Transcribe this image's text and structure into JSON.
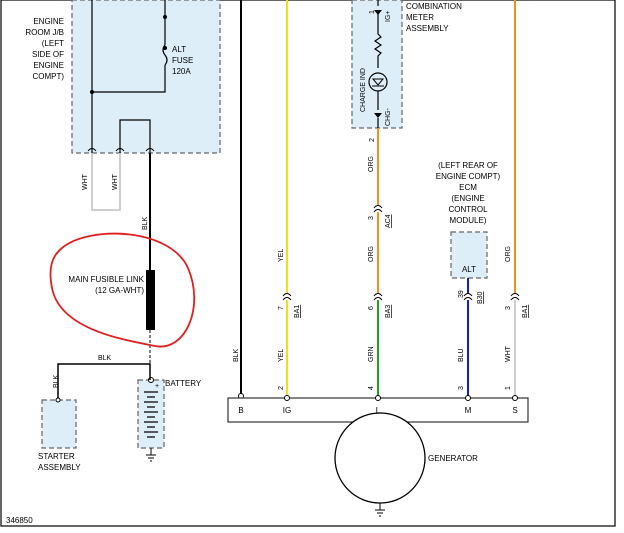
{
  "engine_room_jb": {
    "label_lines": [
      "ENGINE",
      "ROOM J/B",
      "(LEFT",
      "SIDE OF",
      "ENGINE",
      "COMPT)"
    ],
    "fuse_lines": [
      "ALT",
      "FUSE",
      "120A"
    ]
  },
  "wires": {
    "wht": "WHT",
    "blk": "BLK",
    "yel": "YEL",
    "org": "ORG",
    "grn": "GRN",
    "blu": "BLU"
  },
  "fusible_link": {
    "label_lines": [
      "MAIN FUSIBLE LINK",
      "(12 GA-WHT)"
    ]
  },
  "battery": {
    "label": "BATTERY",
    "plus": "+"
  },
  "starter": {
    "label_lines": [
      "STARTER",
      "ASSEMBLY"
    ]
  },
  "combination_meter": {
    "label_lines": [
      "COMBINATION",
      "METER",
      "ASSEMBLY"
    ],
    "charge_ind": "CHARGE IND",
    "pin_ig": "IG+",
    "pin_chg": "CHG-",
    "pin1": "1",
    "pin2": "2"
  },
  "ecm": {
    "label_lines": [
      "(LEFT REAR OF",
      "ENGINE COMPT)",
      "ECM",
      "(ENGINE",
      "CONTROL",
      "MODULE)"
    ],
    "pin_label": "ALT"
  },
  "connectors": {
    "ac4": "AC4",
    "ba1": "BA1",
    "ba3": "BA3",
    "b30": "B30",
    "pin_3": "3",
    "pin_7": "7",
    "pin_6": "6",
    "pin_39": "39"
  },
  "generator": {
    "label": "GENERATOR",
    "terminals": [
      "B",
      "IG",
      "L",
      "M",
      "S"
    ],
    "pin_2": "2",
    "pin_4": "4",
    "pin_3": "3",
    "pin_1": "1"
  },
  "diagram_id": "346850",
  "colors": {
    "yellow_wire": "#e8e020",
    "orange_wire": "#f0901e",
    "green_wire": "#22a020",
    "blue_wire": "#1a1ad0",
    "white_wire": "#cfcfcf",
    "black_wire": "#000000",
    "highlight": "#e02020",
    "component_fill": "#deeef8"
  }
}
